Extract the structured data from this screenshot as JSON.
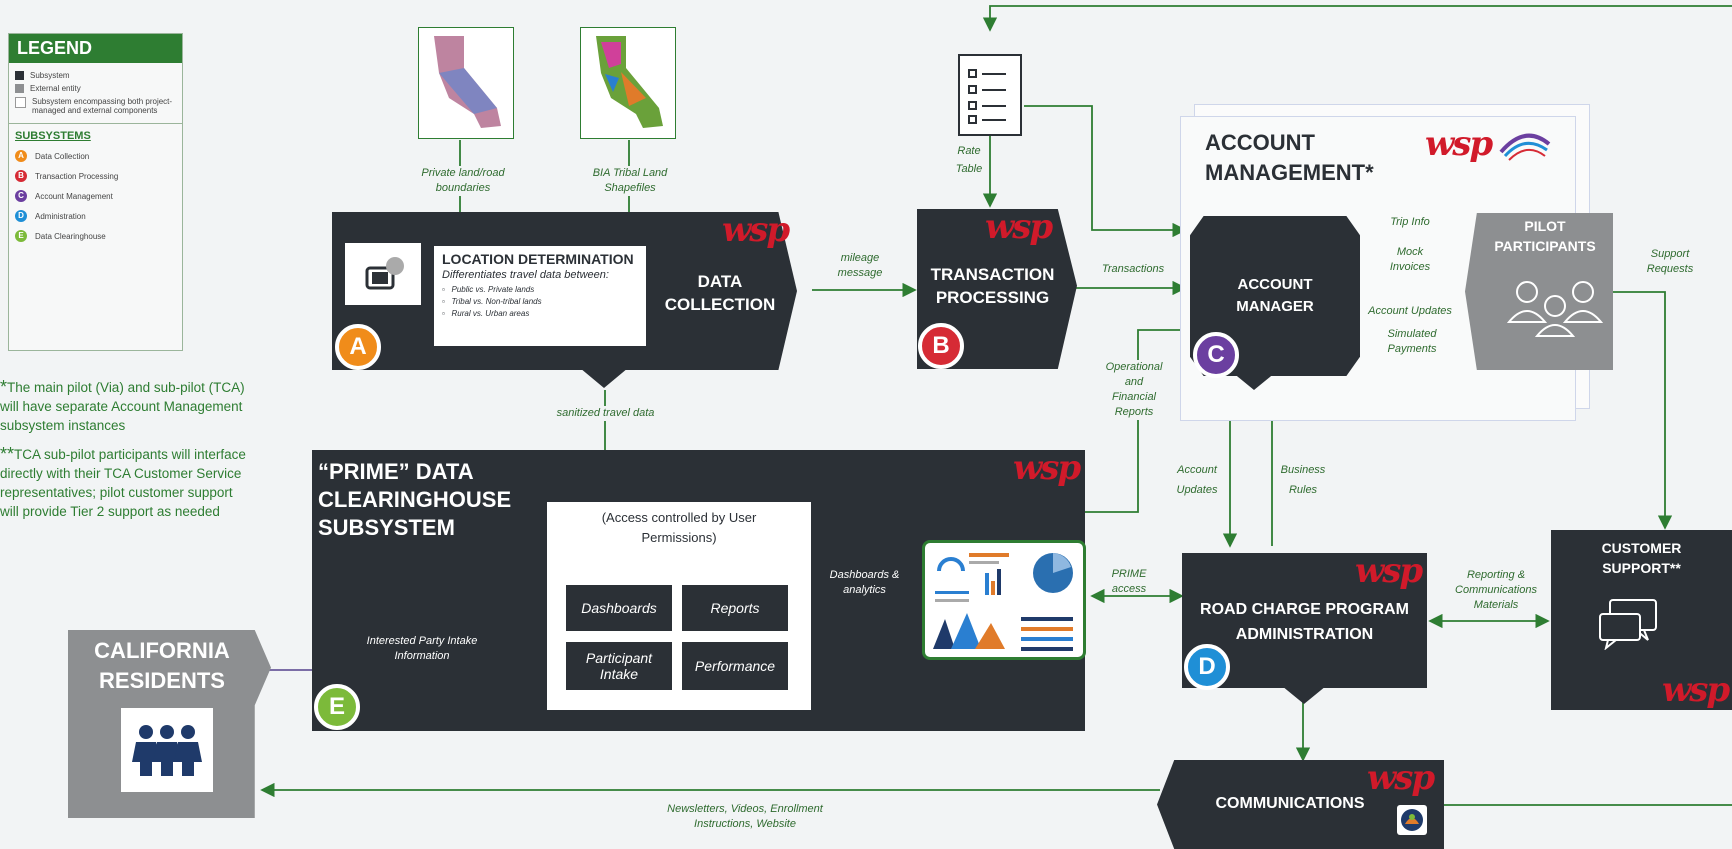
{
  "colors": {
    "dark": "#2b3036",
    "grey": "#8d8f91",
    "green": "#2e7d32",
    "wsp_red": "#d11a2a",
    "badge_a": "#f08c1a",
    "badge_b": "#d62b35",
    "badge_c": "#6b3fa0",
    "badge_d": "#1f8fd6",
    "badge_e": "#7cba3a"
  },
  "legend": {
    "title": "LEGEND",
    "items": [
      {
        "label": "Subsystem",
        "color": "#2b3036"
      },
      {
        "label": "External entity",
        "color": "#8d8f91"
      },
      {
        "label": "Subsystem encompassing both project-managed and external components",
        "color": "#ffffff"
      }
    ],
    "subsystems_title": "SUBSYSTEMS",
    "subsystems": [
      {
        "letter": "A",
        "label": "Data Collection"
      },
      {
        "letter": "B",
        "label": "Transaction Processing"
      },
      {
        "letter": "C",
        "label": "Account Management"
      },
      {
        "letter": "D",
        "label": "Administration"
      },
      {
        "letter": "E",
        "label": "Data Clearinghouse"
      }
    ]
  },
  "notes": {
    "note1_mark": "*",
    "note1": "The main pilot (Via) and sub-pilot (TCA) will have separate Account Management subsystem instances",
    "note2_mark": "**",
    "note2": "TCA sub-pilot participants will interface directly with their TCA Customer Service representatives; pilot customer support will provide Tier 2 support as needed"
  },
  "wsp_logo": "wsp",
  "data_collection": {
    "title_line1": "DATA",
    "title_line2": "COLLECTION",
    "badge": "A",
    "location": {
      "title": "LOCATION DETERMINATION",
      "subtitle": "Differentiates travel data between:",
      "bullets": [
        "Public vs. Private lands",
        "Tribal vs. Non-tribal lands",
        "Rural vs. Urban areas"
      ]
    }
  },
  "maps": {
    "private_label": "Private land/road boundaries",
    "bia_label": "BIA Tribal Land Shapefiles"
  },
  "transaction": {
    "title_line1": "TRANSACTION",
    "title_line2": "PROCESSING",
    "badge": "B"
  },
  "rate_table": "Rate Table",
  "account_mgmt": {
    "title_line1": "ACCOUNT",
    "title_line2": "MANAGEMENT*",
    "manager_line1": "ACCOUNT",
    "manager_line2": "MANAGER",
    "badge": "C"
  },
  "pilot": {
    "line1": "PILOT",
    "line2": "PARTICIPANTS"
  },
  "prime": {
    "title_line1": "“PRIME” DATA",
    "title_line2": "CLEARINGHOUSE",
    "title_line3": "SUBSYSTEM",
    "badge": "E",
    "access_line1": "(Access controlled by User",
    "access_line2": "Permissions)",
    "tiles": [
      "Dashboards",
      "Reports",
      "Participant Intake",
      "Performance"
    ]
  },
  "california": {
    "line1": "CALIFORNIA",
    "line2": "RESIDENTS"
  },
  "road_charge": {
    "line1": "ROAD CHARGE PROGRAM",
    "line2": "ADMINISTRATION",
    "badge": "D"
  },
  "customer_support": {
    "line1": "CUSTOMER",
    "line2": "SUPPORT**"
  },
  "communications": {
    "title": "COMMUNICATIONS"
  },
  "flows": {
    "mileage_message": "mileage message",
    "sanitized": "sanitized travel data",
    "transactions": "Transactions",
    "trip_info": "Trip Info",
    "mock_invoices": "Mock Invoices",
    "account_updates_pilot": "Account Updates",
    "simulated_payments": "Simulated Payments",
    "support_requests": "Support Requests",
    "op_fin_reports": "Operational and Financial Reports",
    "account_updates": "Account Updates",
    "business_rules": "Business Rules",
    "prime_access": "PRIME access",
    "reporting": "Reporting & Communications Materials",
    "dashboards_analytics": "Dashboards & analytics",
    "interested_party": "Interested Party Intake Information",
    "newsletters": "Newsletters, Videos, Enrollment Instructions, Website"
  }
}
